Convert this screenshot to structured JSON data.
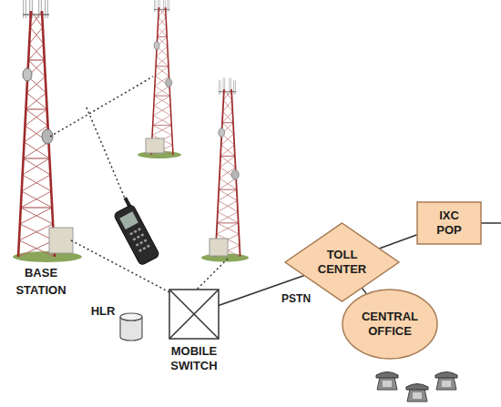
{
  "diagram": {
    "nodes": [
      {
        "text": [
          "HLR"
        ]
      },
      {
        "text": [
          "MOBILE SWITCH"
        ]
      },
      {
        "text": [
          "TOLL CENTER"
        ]
      },
      {
        "text": [
          "IXC POP"
        ]
      },
      {
        "text": [
          "CENTRAL OFFICE"
        ]
      }
    ],
    "edges": [
      {
        "from": 1,
        "to": 2,
        "label": "PSTN",
        "arrow": "none"
      },
      {
        "from": 2,
        "to": 3,
        "arrow": "none"
      },
      {
        "from": 2,
        "to": 4,
        "arrow": "none"
      }
    ],
    "labels": [
      "BASE STATION"
    ]
  }
}
